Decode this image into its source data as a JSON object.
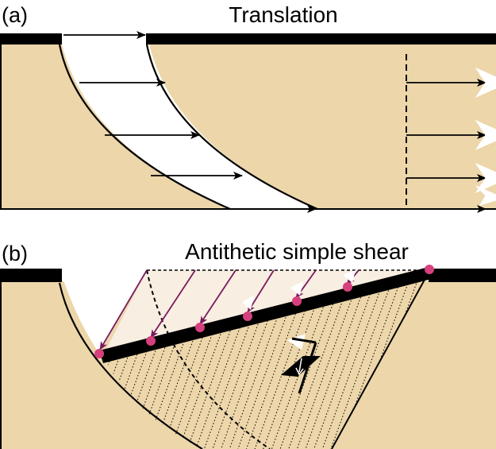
{
  "panel_a": {
    "letter": "(a)",
    "title": "Translation"
  },
  "panel_b": {
    "letter": "(b)",
    "title": "Antithetic simple shear"
  },
  "colors": {
    "sediment": "#ecd6aa",
    "bar": "#000000",
    "void": "#ffffff",
    "shear_fill": "#f8eee2",
    "vector": "#7a1a5c",
    "marker": "#d6407e"
  }
}
